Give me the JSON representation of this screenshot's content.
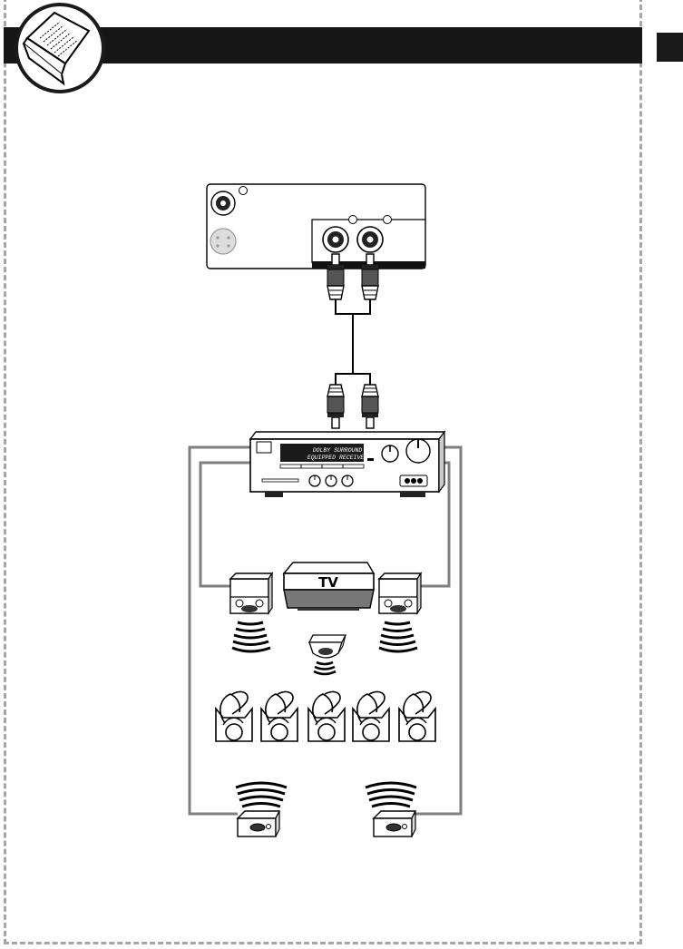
{
  "receiver": {
    "display_line1": "DOLBY SURROUND",
    "display_line2": "EQUIPPED RECEIVER"
  },
  "tv": {
    "label": "TV"
  },
  "icons": {
    "manual": "open-book-icon",
    "listeners": "person-icon",
    "speakers": "speaker-icon"
  },
  "colors": {
    "header": "#161616",
    "border": "#a6a6a6",
    "wire": "#7f7f7f"
  }
}
